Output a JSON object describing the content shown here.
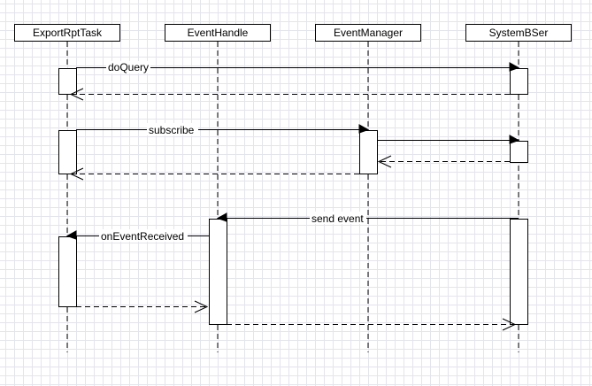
{
  "participants": [
    {
      "id": "export",
      "name": "ExportRptTask"
    },
    {
      "id": "handle",
      "name": "EventHandle"
    },
    {
      "id": "manager",
      "name": "EventManager"
    },
    {
      "id": "system",
      "name": "SystemBSer"
    }
  ],
  "messages": [
    {
      "id": "doquery",
      "label": "doQuery"
    },
    {
      "id": "subscribe",
      "label": "subscribe"
    },
    {
      "id": "send-event",
      "label": "send event"
    },
    {
      "id": "on-event-received",
      "label": "onEventReceived"
    }
  ]
}
